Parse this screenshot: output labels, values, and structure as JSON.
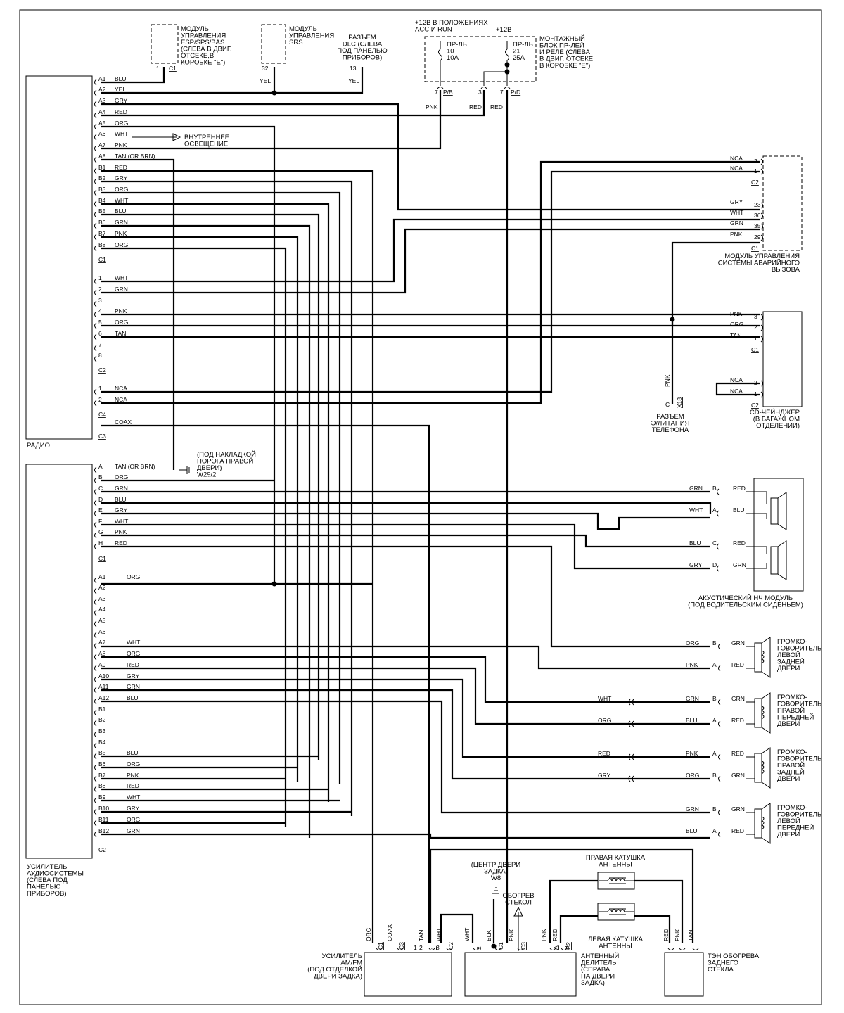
{
  "modules": {
    "esp": [
      "МОДУЛЬ",
      "УПРАВЛЕНИЯ",
      "ESP/SPS/BAS",
      "(СЛЕВА В ДВИГ.",
      "ОТСЕКЕ,В",
      "КОРОБКЕ \"E\")"
    ],
    "esp_pin": "1",
    "esp_conn": "C1",
    "srs": [
      "МОДУЛЬ",
      "УПРАВЛЕНИЯ",
      "SRS"
    ],
    "srs_pin": "32",
    "srs_wire": "YEL",
    "dlc": [
      "РАЗЪЕМ",
      "DLC (СЛЕВА",
      "ПОД ПАНЕЛЬЮ",
      "ПРИБОРОВ)"
    ],
    "dlc_pin": "13",
    "dlc_wire": "YEL",
    "fuse_hdr1": [
      "+12В В ПОЛОЖЕНИЯХ",
      "ACC И RUN"
    ],
    "fuse_hdr2": "+12В",
    "fuse1": [
      "ПР-ЛЬ",
      "10",
      "10A"
    ],
    "fuse2": [
      "ПР-ЛЬ",
      "21",
      "25A"
    ],
    "relay_block": [
      "МОНТАЖНЫЙ",
      "БЛОК ПР-ЛЕЙ",
      "И РЕЛЕ (СЛЕВА",
      "В ДВИГ. ОТСЕКЕ,",
      "В КОРОБКЕ \"E\")"
    ],
    "fuse_pins": [
      "7",
      "P/B",
      "3",
      "7",
      "P/D"
    ],
    "fuse_wires": [
      "PNK",
      "RED",
      "RED"
    ],
    "interior_light": [
      "ВНУТРЕННЕЕ",
      "ОСВЕЩЕНИЕ"
    ],
    "radio": "РАДИО",
    "ground1": [
      "(ПОД НАКЛАДКОЙ",
      "ПОРОГА ПРАВОЙ",
      "ДВЕРИ)",
      "W29/2"
    ],
    "emergency": [
      "МОДУЛЬ УПРАВЛЕНИЯ",
      "СИСТЕМЫ АВАРИЙНОГО",
      "ВЫЗОВА"
    ],
    "cd": [
      "CD-ЧЕЙНДЖЕР",
      "(В БАГАЖНОМ",
      "ОТДЕЛЕНИИ)"
    ],
    "phone": [
      "РАЗЪЕМ",
      "Э/ЛИТАНИЯ",
      "ТЕЛЕФОНА"
    ],
    "phone_wire": "PNK",
    "phone_pin": "C",
    "phone_conn": "X18",
    "amp": [
      "УСИЛИТЕЛЬ",
      "АУДИОСИСТЕМЫ",
      "(СЛЕВА ПОД",
      "ПАНЕЛЬЮ",
      "ПРИБОРОВ)"
    ],
    "sub": [
      "АКУСТИЧЕСКИЙ НЧ МОДУЛЬ",
      "(ПОД ВОДИТЕЛЬСКИМ СИДЕНЬЕМ)"
    ],
    "spk_lr": [
      "ГРОМКО-",
      "ГОВОРИТЕЛЬ",
      "ЛЕВОЙ",
      "ЗАДНЕЙ",
      "ДВЕРИ"
    ],
    "spk_rf": [
      "ГРОМКО-",
      "ГОВОРИТЕЛЬ",
      "ПРАВОЙ",
      "ПЕРЕДНЕЙ",
      "ДВЕРИ"
    ],
    "spk_rr": [
      "ГРОМКО-",
      "ГОВОРИТЕЛЬ",
      "ПРАВОЙ",
      "ЗАДНЕЙ",
      "ДВЕРИ"
    ],
    "spk_lf": [
      "ГРОМКО-",
      "ГОВОРИТЕЛЬ",
      "ЛЕВОЙ",
      "ПЕРЕДНЕЙ",
      "ДВЕРИ"
    ],
    "amfm": [
      "УСИЛИТЕЛЬ",
      "AM/FM",
      "(ПОД ОТДЕЛКОЙ",
      "ДВЕРИ ЗАДКА)"
    ],
    "ant_div": [
      "АНТЕННЫЙ",
      "ДЕЛИТЕЛЬ",
      "(СПРАВА",
      "НА ДВЕРИ",
      "ЗАДКА)"
    ],
    "heater": [
      "ТЭН ОБОГРЕВА",
      "ЗАДНЕГО",
      "СТЕКЛА"
    ],
    "ground2": [
      "(ЦЕНТР ДВЕРИ",
      "ЗАДКА)",
      "W8"
    ],
    "defog": [
      "ОБОГРЕВ",
      "СТЕКОЛ"
    ],
    "coil_r": [
      "ПРАВАЯ КАТУШКА",
      "АНТЕННЫ"
    ],
    "coil_l": [
      "ЛЕВАЯ КАТУШКА",
      "АНТЕННЫ"
    ]
  },
  "radio_pins": [
    [
      "A1",
      "BLU"
    ],
    [
      "A2",
      "YEL"
    ],
    [
      "A3",
      "GRY"
    ],
    [
      "A4",
      "RED"
    ],
    [
      "A5",
      "ORG"
    ],
    [
      "A6",
      "WHT"
    ],
    [
      "A7",
      "PNK"
    ],
    [
      "A8",
      "TAN  (OR BRN)"
    ],
    [
      "B1",
      "RED"
    ],
    [
      "B2",
      "GRY"
    ],
    [
      "B3",
      "ORG"
    ],
    [
      "B4",
      "WHT"
    ],
    [
      "B5",
      "BLU"
    ],
    [
      "B6",
      "GRN"
    ],
    [
      "B7",
      "PNK"
    ],
    [
      "B8",
      "ORG"
    ],
    [
      "C1",
      ""
    ],
    [
      "1",
      "WHT"
    ],
    [
      "2",
      "GRN"
    ],
    [
      "3",
      ""
    ],
    [
      "4",
      "PNK"
    ],
    [
      "5",
      "ORG"
    ],
    [
      "6",
      "TAN"
    ],
    [
      "7",
      ""
    ],
    [
      "8",
      ""
    ],
    [
      "C2",
      ""
    ],
    [
      "1",
      "NCA"
    ],
    [
      "2",
      "NCA"
    ],
    [
      "C4",
      ""
    ],
    [
      "",
      "COAX"
    ],
    [
      "C3",
      ""
    ]
  ],
  "amp_pins": [
    [
      "A",
      "TAN  (OR BRN)"
    ],
    [
      "B",
      "ORG"
    ],
    [
      "C",
      "GRN"
    ],
    [
      "D",
      "BLU"
    ],
    [
      "E",
      "GRY"
    ],
    [
      "F",
      "WHT"
    ],
    [
      "G",
      "PNK"
    ],
    [
      "H",
      "RED"
    ],
    [
      "C1",
      ""
    ],
    [
      "A1",
      "ORG"
    ],
    [
      "A2",
      ""
    ],
    [
      "A3",
      ""
    ],
    [
      "A4",
      ""
    ],
    [
      "A5",
      ""
    ],
    [
      "A6",
      ""
    ],
    [
      "A7",
      "WHT"
    ],
    [
      "A8",
      "ORG"
    ],
    [
      "A9",
      "RED"
    ],
    [
      "A10",
      "GRY"
    ],
    [
      "A11",
      "GRN"
    ],
    [
      "A12",
      "BLU"
    ],
    [
      "B1",
      ""
    ],
    [
      "B2",
      ""
    ],
    [
      "B3",
      ""
    ],
    [
      "B4",
      ""
    ],
    [
      "B5",
      "BLU"
    ],
    [
      "B6",
      "ORG"
    ],
    [
      "B7",
      "PNK"
    ],
    [
      "B8",
      "RED"
    ],
    [
      "B9",
      "WHT"
    ],
    [
      "B10",
      "GRY"
    ],
    [
      "B11",
      "ORG"
    ],
    [
      "B12",
      "GRN"
    ],
    [
      "C2",
      ""
    ]
  ],
  "emergency_pins": [
    [
      "NCA",
      "2"
    ],
    [
      "NCA",
      "1"
    ],
    [
      "C2",
      ""
    ],
    [
      "GRY",
      "23"
    ],
    [
      "WHT",
      "36"
    ],
    [
      "GRN",
      "35"
    ],
    [
      "PNK",
      "29"
    ],
    [
      "C1",
      ""
    ]
  ],
  "cd_pins": [
    [
      "PNK",
      "3"
    ],
    [
      "ORG",
      "2"
    ],
    [
      "TAN",
      "1"
    ],
    [
      "C1",
      ""
    ],
    [
      "NCA",
      "2"
    ],
    [
      "NCA",
      "1"
    ],
    [
      "C2",
      ""
    ]
  ],
  "sub_pins": [
    [
      "GRN",
      "B",
      "RED"
    ],
    [
      "WHT",
      "A",
      "BLU"
    ],
    [
      "BLU",
      "C",
      "RED"
    ],
    [
      "GRY",
      "D",
      "GRN"
    ]
  ],
  "speaker_pins": [
    [
      "ORG",
      "",
      "B",
      "GRN"
    ],
    [
      "PNK",
      "",
      "A",
      "RED"
    ],
    [
      "GRN",
      "WHT",
      "B",
      "GRN"
    ],
    [
      "BLU",
      "ORG",
      "A",
      "RED"
    ],
    [
      "PNK",
      "RED",
      "A",
      "RED"
    ],
    [
      "ORG",
      "GRY",
      "B",
      "GRN"
    ],
    [
      "GRN",
      "",
      "B",
      "GRN"
    ],
    [
      "BLU",
      "",
      "A",
      "RED"
    ]
  ],
  "bottom_pins": {
    "amfm": [
      [
        "ORG",
        "C1"
      ],
      [
        "COAX",
        "C3"
      ],
      [
        "TAN",
        "1"
      ],
      [
        "WHT",
        "C2"
      ]
    ],
    "amfm_nums": [
      "2",
      "1",
      "3"
    ],
    "div": [
      [
        "WHT",
        "2"
      ],
      [
        "BLK",
        "C1"
      ],
      [
        "PNK",
        "C3"
      ],
      [
        "PNK",
        "A"
      ],
      [
        "RED",
        "B"
      ],
      [
        "C2",
        ""
      ]
    ],
    "heat": [
      "RED",
      "PNK",
      "TAN"
    ]
  }
}
